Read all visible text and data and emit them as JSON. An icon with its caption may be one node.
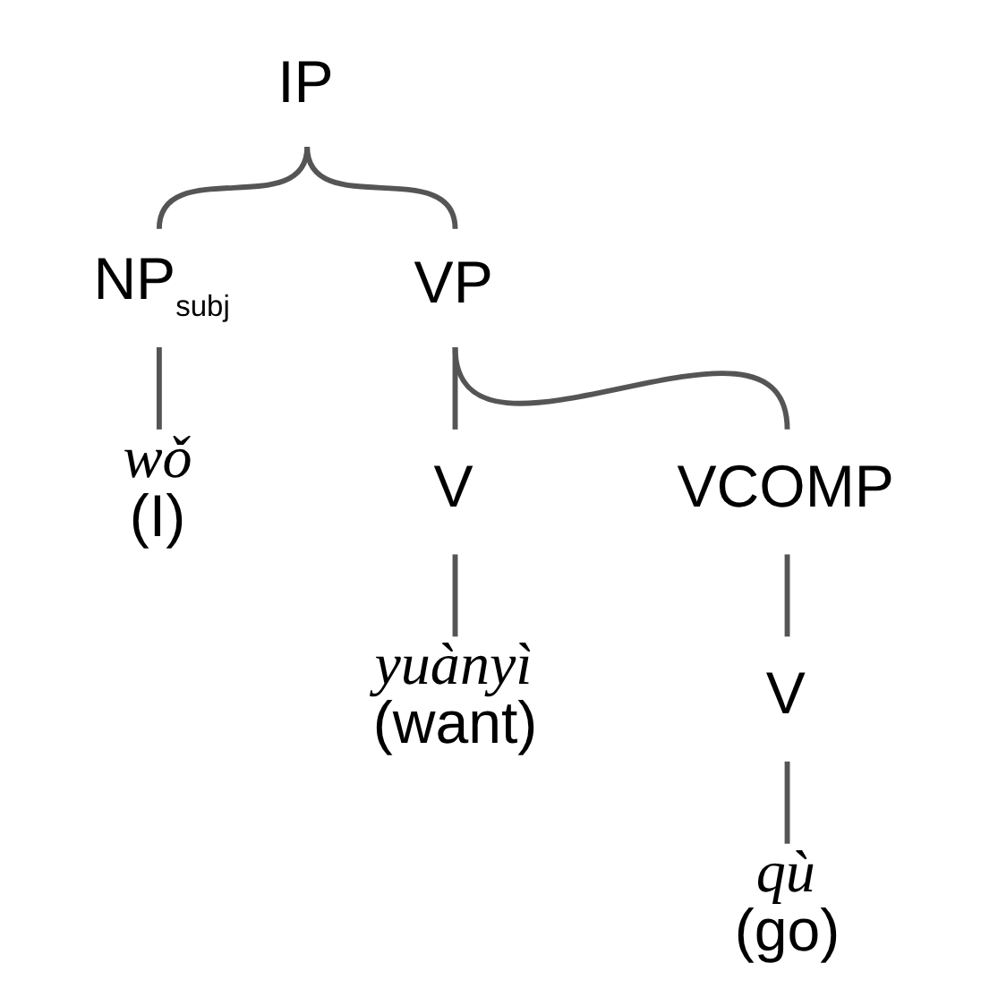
{
  "diagram": {
    "nodes": [
      {
        "text": [
          "IP"
        ]
      },
      {
        "text": [
          "NP$_{subj}$"
        ]
      },
      {
        "text": [
          "VP"
        ]
      },
      {
        "text": [
          "wǒ"
        ],
        "beside": [
          "(I)"
        ]
      },
      {
        "text": [
          "V"
        ]
      },
      {
        "text": [
          "VCOMP"
        ]
      },
      {
        "text": [
          "yuànyì"
        ],
        "beside": [
          "(want)"
        ]
      },
      {
        "text": [
          "V"
        ]
      },
      {
        "text": [
          "qù"
        ],
        "beside": [
          "(go)"
        ]
      }
    ],
    "edges": [
      {
        "from": 0,
        "to": 1,
        "arrow": "none"
      },
      {
        "from": 0,
        "to": 2,
        "arrow": "none"
      },
      {
        "from": 1,
        "to": 3,
        "arrow": "none"
      },
      {
        "from": 2,
        "to": 4,
        "arrow": "none"
      },
      {
        "from": 2,
        "to": 5,
        "arrow": "none"
      },
      {
        "from": 4,
        "to": 6,
        "arrow": "none"
      },
      {
        "from": 5,
        "to": 7,
        "arrow": "none"
      },
      {
        "from": 7,
        "to": 8,
        "arrow": "none"
      }
    ]
  }
}
